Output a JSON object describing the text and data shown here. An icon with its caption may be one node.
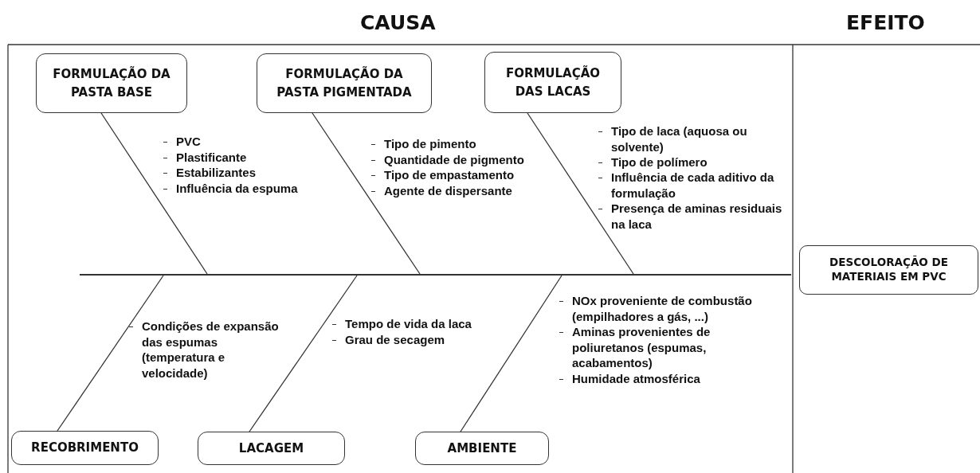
{
  "diagram": {
    "nodes": [
      {
        "text": [
          "FORMULAÇÃO DA PASTA BASE"
        ]
      },
      {
        "text": [
          "FORMULAÇÃO DA PASTA PIGMENTADA"
        ]
      },
      {
        "text": [
          "FORMULAÇÃO DAS LACAS"
        ]
      },
      {
        "text": [
          "RECOBRIMENTO"
        ]
      },
      {
        "text": [
          "LACAGEM"
        ]
      },
      {
        "text": [
          "AMBIENTE"
        ]
      },
      {
        "text": [
          "DESCOLORAÇÃO DE MATERIAIS EM PVC"
        ]
      },
      {
        "text": [],
        "shape": "bar"
      }
    ],
    "edges": [
      {
        "from": 0,
        "to": 7,
        "arrow": "none"
      },
      {
        "from": 1,
        "to": 7,
        "arrow": "none"
      },
      {
        "from": 2,
        "to": 7,
        "arrow": "none"
      },
      {
        "from": 3,
        "to": 7,
        "arrow": "none"
      },
      {
        "from": 4,
        "to": 7,
        "arrow": "none"
      },
      {
        "from": 5,
        "to": 7,
        "arrow": "none"
      }
    ],
    "labels": [
      "CAUSA",
      "EFEITO",
      "PVC",
      "Plastificante",
      "Estabilizantes",
      "Influência da espuma",
      "Tipo de pimento",
      "Quantidade de pigmento",
      "Tipo de empastamento",
      "Agente de dispersante",
      "Tipo de laca (aquosa ou solvente)",
      "Tipo de polímero",
      "Influência de cada aditivo da formulação",
      "Presença de aminas residuais na laca",
      "Condições de expansão das espumas (temperatura e velocidade)",
      "Tempo de vida da laca",
      "Grau de secagem",
      "NOx proveniente de combustão (empilhadores a gás, ...)",
      "Aminas provenientes de poliuretanos (espumas, acabamentos)",
      "Humidade atmosférica"
    ]
  }
}
